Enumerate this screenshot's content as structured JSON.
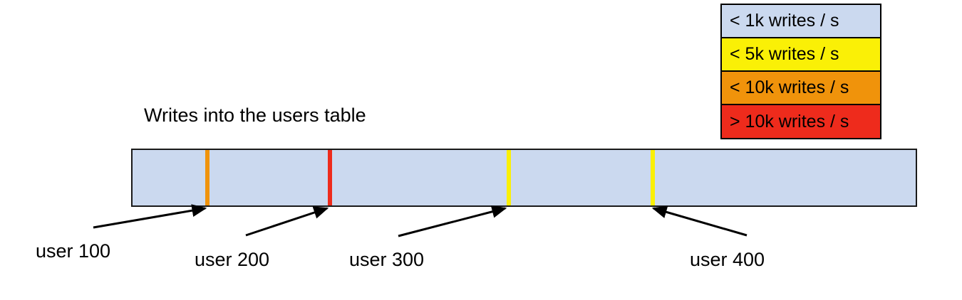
{
  "chart_data": {
    "type": "bar",
    "title": "Writes into the users table",
    "xlabel": "",
    "ylabel": "",
    "orientation": "horizontal-range-strip",
    "description": "A single horizontal strip representing the users table key range, shaded by write rate, with hot-key markers at four user rows.",
    "strip": {
      "base_color": "#cbd9ef",
      "base_legend_label": "< 1k writes / s",
      "border_color": "#1a1a1a"
    },
    "markers": [
      {
        "label": "user 100",
        "color": "#f0930b",
        "legend_label": "< 10k writes / s",
        "position_pct": 9.7
      },
      {
        "label": "user 200",
        "color": "#ee2b1c",
        "legend_label": "> 10k writes / s",
        "position_pct": 25.2
      },
      {
        "label": "user 300",
        "color": "#faf006",
        "legend_label": "< 5k writes / s",
        "position_pct": 47.9
      },
      {
        "label": "user 400",
        "color": "#faf006",
        "legend_label": "< 5k writes / s",
        "position_pct": 66.2
      }
    ],
    "legend": {
      "position": "top-right",
      "entries": [
        {
          "label": "< 1k writes / s",
          "color": "#cbd9ef"
        },
        {
          "label": "< 5k writes / s",
          "color": "#faf006"
        },
        {
          "label": "< 10k writes / s",
          "color": "#f0930b"
        },
        {
          "label": "> 10k writes / s",
          "color": "#ee2b1c"
        }
      ]
    }
  },
  "labels": {
    "user_100": "user 100",
    "user_200": "user 200",
    "user_300": "user 300",
    "user_400": "user 400"
  },
  "colors": {
    "light_blue": "#cbd9ef",
    "yellow": "#faf006",
    "orange": "#f0930b",
    "red": "#ee2b1c",
    "outline": "#000000",
    "background": "#ffffff"
  }
}
